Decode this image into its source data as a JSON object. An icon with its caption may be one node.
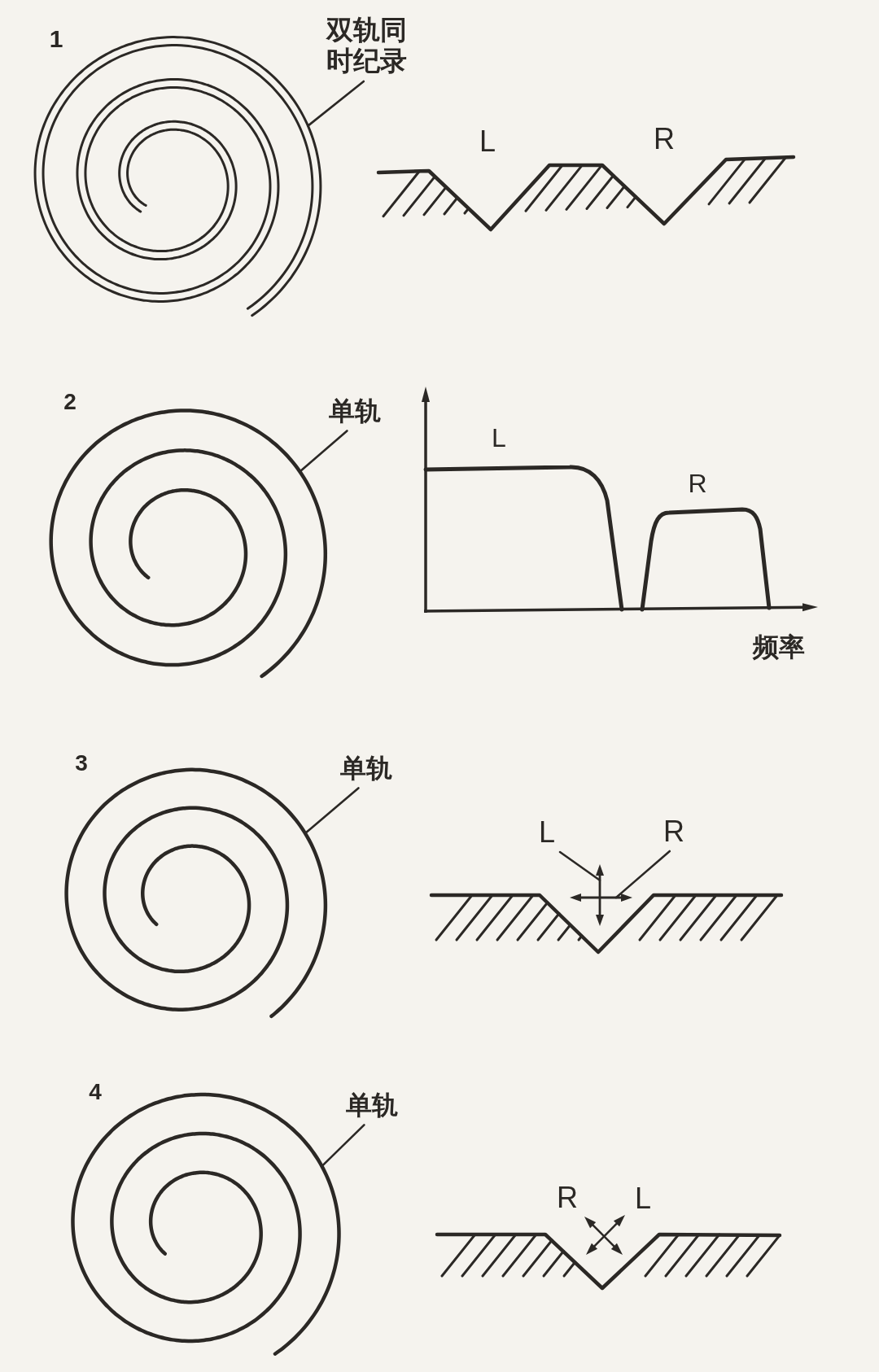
{
  "diagram": {
    "nodes": [
      {
        "text": [
          "双轨同时纪录"
        ]
      },
      {
        "text": [],
        "shape": "spiral"
      },
      {
        "text": [
          "单轨"
        ]
      },
      {
        "text": [],
        "shape": "spiral"
      },
      {
        "text": [
          "单轨"
        ]
      },
      {
        "text": [],
        "shape": "spiral"
      },
      {
        "text": [
          "L"
        ]
      },
      {
        "text": [],
        "shape": "arrow"
      },
      {
        "text": [
          "R"
        ]
      },
      {
        "text": [],
        "shape": "arrow"
      },
      {
        "text": [
          "单轨"
        ]
      },
      {
        "text": [],
        "shape": "spiral"
      }
    ],
    "edges": [
      {
        "from": 0,
        "to": 1,
        "arrow": "none"
      },
      {
        "from": 2,
        "to": 3,
        "arrow": "none"
      },
      {
        "from": 4,
        "to": 5,
        "arrow": "none"
      },
      {
        "from": 6,
        "to": 7,
        "arrow": "none"
      },
      {
        "from": 8,
        "to": 9,
        "arrow": "none"
      },
      {
        "from": 10,
        "to": 11,
        "arrow": "none"
      }
    ],
    "labels": [
      "1",
      "L",
      "R",
      "2",
      "L",
      "R",
      "频率",
      "3",
      "4",
      "R",
      "L"
    ]
  }
}
